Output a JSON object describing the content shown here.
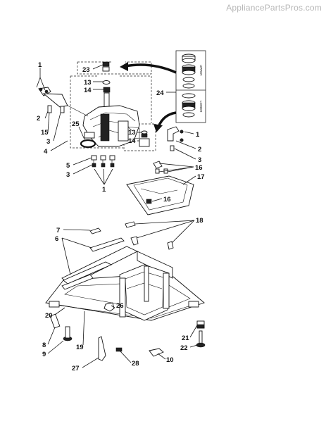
{
  "watermark": "AppliancePartsPros.com",
  "callouts": {
    "c1a": "1",
    "c2a": "2",
    "c15": "15",
    "c3a": "3",
    "c4": "4",
    "c23": "23",
    "c13a": "13",
    "c14a": "14",
    "c24": "24",
    "c25": "25",
    "c13b": "13",
    "c14b": "14",
    "c1b": "1",
    "c2b": "2",
    "c3b": "3",
    "c16a": "16",
    "c17": "17",
    "c16b": "16",
    "c5": "5",
    "c3c": "3",
    "c1c": "1",
    "c7": "7",
    "c6": "6",
    "c18": "18",
    "c20": "20",
    "c26": "26",
    "c8": "8",
    "c9": "9",
    "c19": "19",
    "c21": "21",
    "c22": "22",
    "c10": "10",
    "c27": "27",
    "c28": "28"
  },
  "kit_labels": {
    "upper": "UPPER",
    "lower": "LOWER"
  }
}
